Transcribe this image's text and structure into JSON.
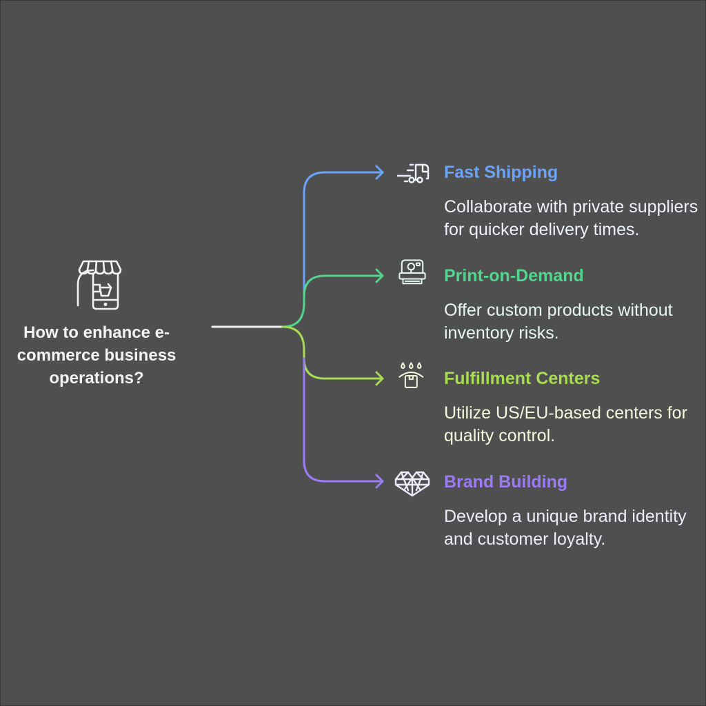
{
  "root": {
    "label": "How to enhance e-commerce business operations?",
    "icon": "mobile-shop-icon",
    "color": "#f2f2f2"
  },
  "branches": [
    {
      "title": "Fast Shipping",
      "description": "Collaborate with private suppliers for quicker delivery times.",
      "icon": "delivery-truck-icon",
      "color": "#6aa3f8",
      "desc_color": "#eef1fb"
    },
    {
      "title": "Print-on-Demand",
      "description": "Offer custom products without inventory risks.",
      "icon": "instant-camera-printer-icon",
      "color": "#52d68f",
      "desc_color": "#e6f8ee"
    },
    {
      "title": "Fulfillment Centers",
      "description": "Utilize US/EU-based centers for quality control.",
      "icon": "warehouse-package-icon",
      "color": "#a8dc52",
      "desc_color": "#f3f8dc"
    },
    {
      "title": "Brand Building",
      "description": "Develop a unique brand identity and customer loyalty.",
      "icon": "geometric-heart-icon",
      "color": "#9b7cf5",
      "desc_color": "#efeaf9"
    }
  ]
}
